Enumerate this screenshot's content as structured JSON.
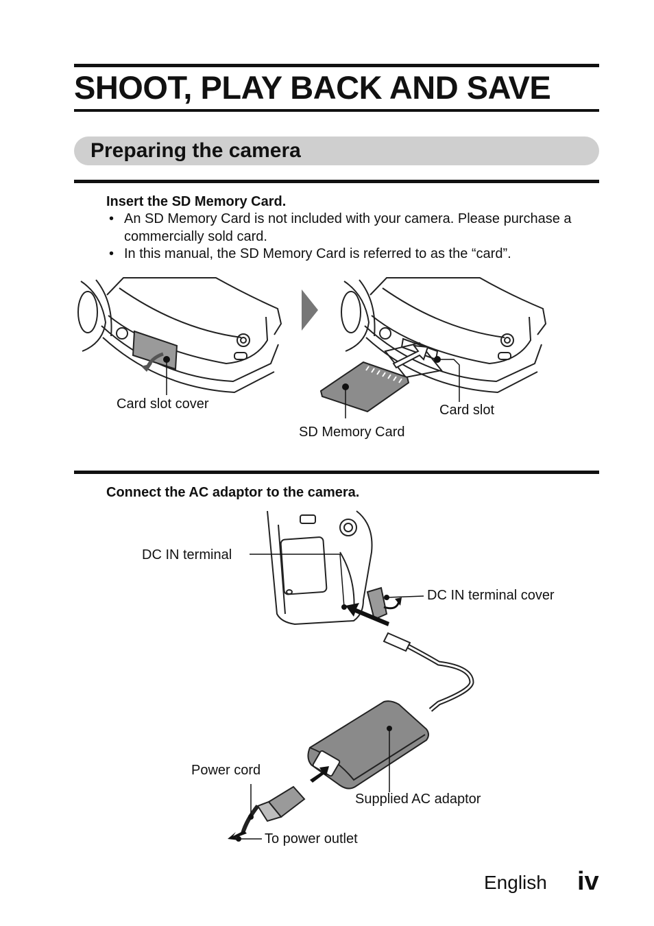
{
  "page": {
    "title": "SHOOT, PLAY BACK AND SAVE",
    "section_title": "Preparing the camera"
  },
  "step1": {
    "heading": "Insert the SD Memory Card.",
    "bullets": [
      "An SD Memory Card is not included with your camera. Please purchase a commercially sold card.",
      "In this manual, the SD Memory Card is referred to as the “card”."
    ],
    "labels": {
      "card_slot_cover": "Card slot cover",
      "sd_memory_card": "SD Memory Card",
      "card_slot": "Card slot"
    }
  },
  "step2": {
    "heading": "Connect the AC adaptor to the camera.",
    "labels": {
      "dc_in_terminal": "DC IN terminal",
      "dc_in_terminal_cover": "DC IN terminal cover",
      "power_cord": "Power cord",
      "supplied_ac_adaptor": "Supplied AC adaptor",
      "to_power_outlet": "To power outlet"
    }
  },
  "footer": {
    "language": "English",
    "page_number": "iv"
  }
}
